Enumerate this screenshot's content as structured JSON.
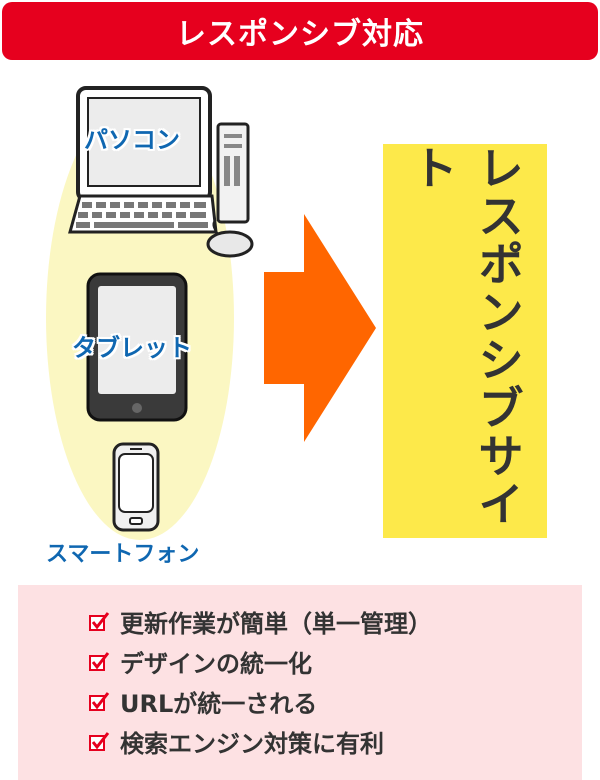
{
  "header": {
    "title": "レスポンシブ対応"
  },
  "devices": [
    {
      "label": "パソコン",
      "icon": "desktop-computer-icon"
    },
    {
      "label": "タブレット",
      "icon": "tablet-icon"
    },
    {
      "label": "スマートフォン",
      "icon": "smartphone-icon"
    }
  ],
  "arrow": {
    "icon": "right-arrow-icon",
    "color": "#ff6600"
  },
  "result": {
    "label": "レスポンシブサイト"
  },
  "benefits": [
    "更新作業が簡単（単一管理）",
    "デザインの統一化",
    "URLが統一される",
    "検索エンジン対策に有利"
  ],
  "colors": {
    "header": "#e6001e",
    "oval": "#fbf7c2",
    "site_box": "#fde94a",
    "benefits_bg": "#fde1e3",
    "device_label": "#0f67b1",
    "check": "#e6001e"
  }
}
